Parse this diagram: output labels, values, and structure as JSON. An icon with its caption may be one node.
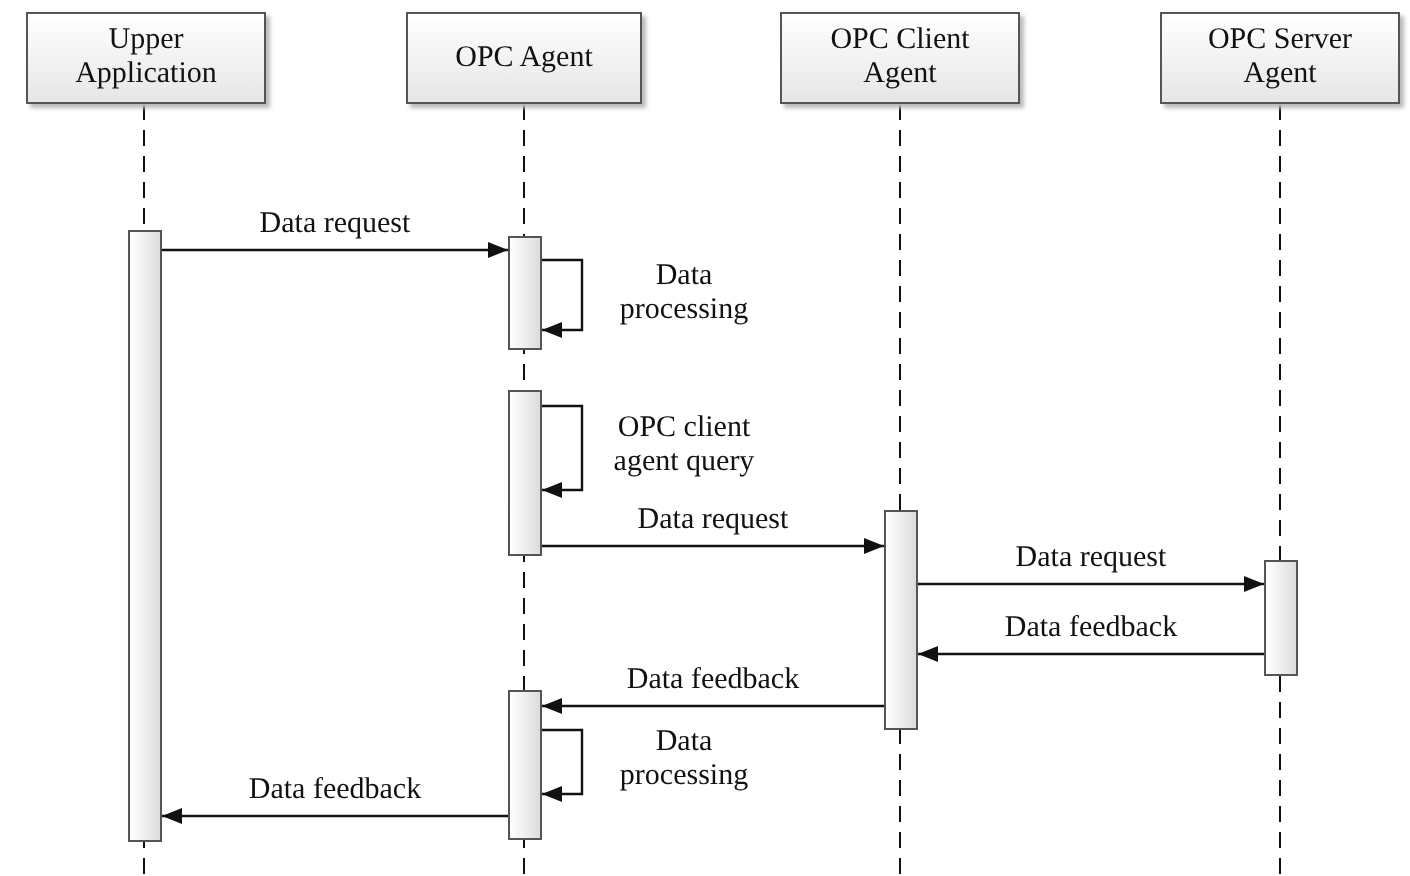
{
  "diagram": {
    "nodes": [
      {
        "text": [
          "Upper Application"
        ]
      },
      {
        "text": [
          "OPC Agent"
        ]
      },
      {
        "text": [
          "OPC Client Agent"
        ]
      },
      {
        "text": [
          "OPC Server Agent"
        ]
      },
      {
        "text": [],
        "shape": "bar"
      },
      {
        "text": [],
        "shape": "bar"
      },
      {
        "text": [],
        "shape": "bar"
      },
      {
        "text": [],
        "shape": "bar"
      },
      {
        "text": [],
        "shape": "bar"
      },
      {
        "text": [],
        "shape": "bar"
      }
    ],
    "edges": [
      {
        "from": 4,
        "to": 5,
        "arrow": "to",
        "label": "Data request"
      },
      {
        "from": 5,
        "to": 5,
        "arrow": "to",
        "label": "Data processing"
      },
      {
        "from": 6,
        "to": 6,
        "arrow": "to",
        "label": "OPC client agent query"
      },
      {
        "from": 6,
        "to": 7,
        "arrow": "to",
        "label": "Data request"
      },
      {
        "from": 7,
        "to": 8,
        "arrow": "to",
        "label": "Data request"
      },
      {
        "from": 8,
        "to": 7,
        "arrow": "to",
        "label": "Data feedback"
      },
      {
        "from": 7,
        "to": 9,
        "arrow": "to",
        "label": "Data feedback"
      },
      {
        "from": 9,
        "to": 9,
        "arrow": "to",
        "label": "Data processing"
      },
      {
        "from": 9,
        "to": 4,
        "arrow": "to",
        "label": "Data feedback"
      }
    ]
  }
}
